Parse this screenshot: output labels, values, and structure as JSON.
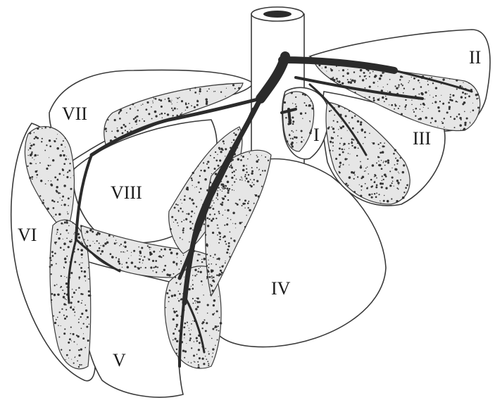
{
  "segments": [
    {
      "label": "I"
    },
    {
      "label": "II"
    },
    {
      "label": "III"
    },
    {
      "label": "IV"
    },
    {
      "label": "V"
    },
    {
      "label": "VI"
    },
    {
      "label": "VII"
    },
    {
      "label": "VIII"
    }
  ]
}
